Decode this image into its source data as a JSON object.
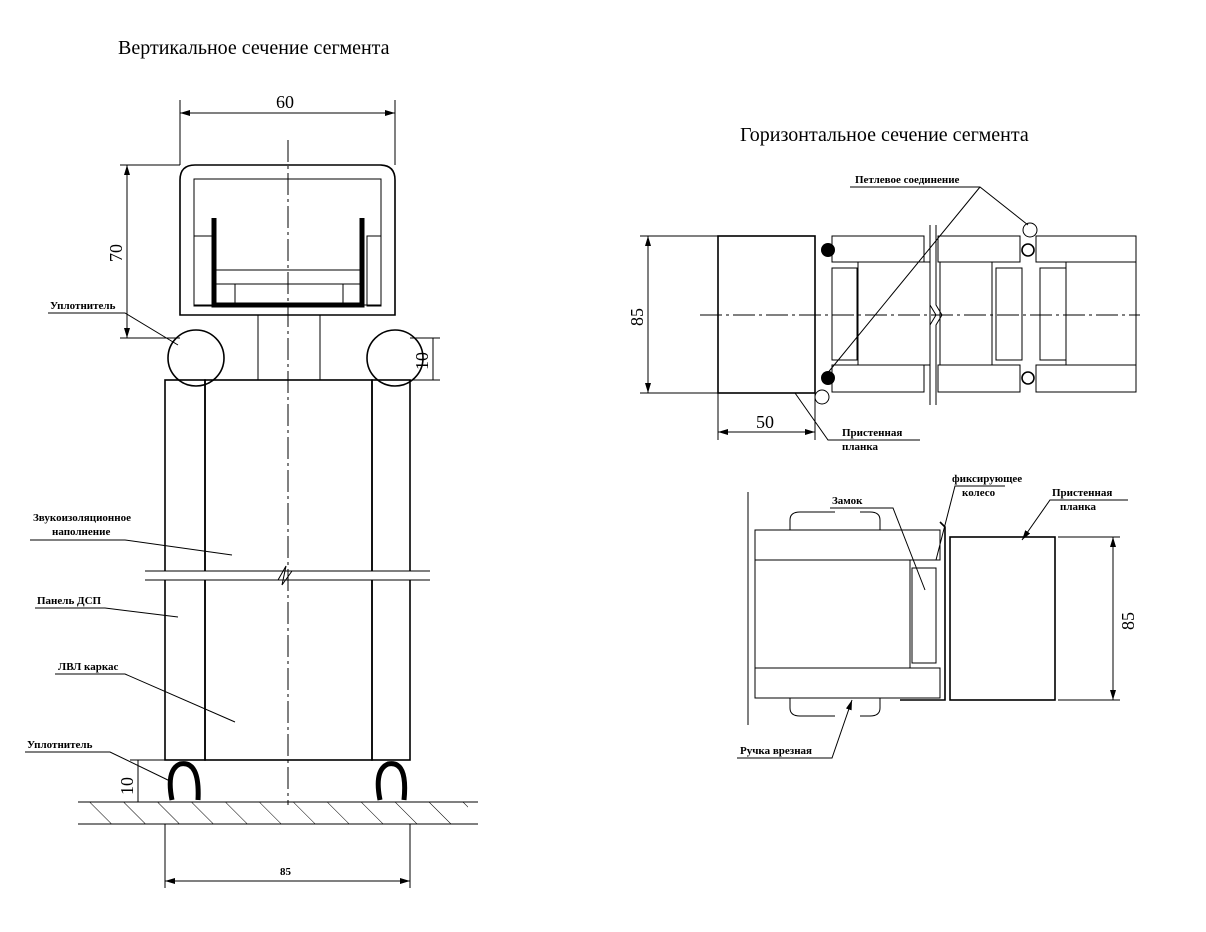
{
  "vertical_section": {
    "title": "Вертикальное сечение сегмента",
    "dim_width_top": "60",
    "dim_height_top": "70",
    "dim_seal_gap": "10",
    "dim_bottom_gap": "10",
    "dim_width_bottom": "85",
    "labels": {
      "seal_top": "Уплотнитель",
      "sound_fill_1": "Звукоизоляционное",
      "sound_fill_2": "наполнение",
      "panel": "Панель ДСП",
      "frame": "ЛВЛ каркас",
      "seal_bottom": "Уплотнитель"
    }
  },
  "horizontal_section": {
    "title": "Горизонтальное сечение сегмента",
    "dim_height_top": "85",
    "dim_wall_width": "50",
    "dim_height_bottom": "85",
    "labels": {
      "hinge": "Петлевое соединение",
      "wall_strip_top_1": "Пристенная",
      "wall_strip_top_2": "планка",
      "lock": "Замок",
      "wheel_1": "фиксирующее",
      "wheel_2": "колесо",
      "wall_strip_bottom_1": "Пристенная",
      "wall_strip_bottom_2": "планка",
      "handle": "Ручка врезная"
    }
  }
}
